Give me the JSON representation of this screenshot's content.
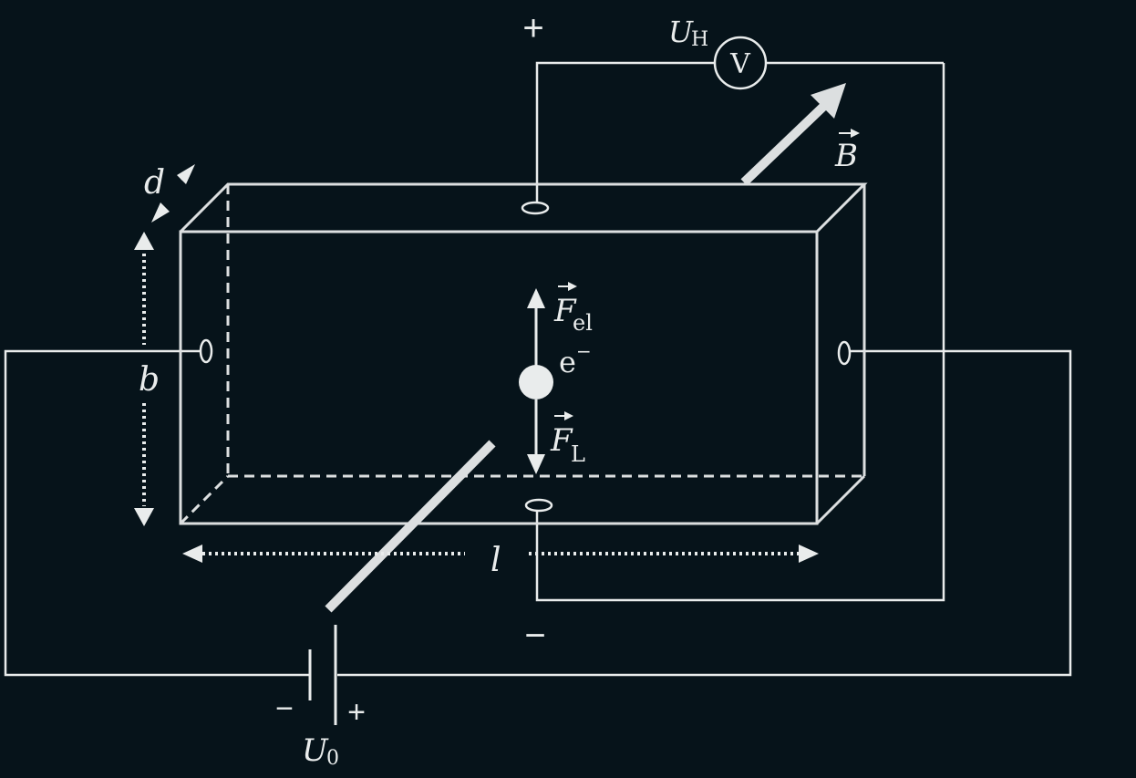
{
  "colors": {
    "background": "#06131a",
    "line": "#e9ecec",
    "box": "#dcdfe0"
  },
  "labels": {
    "plus_top": "+",
    "minus_bottom": "−",
    "uh_main": "U",
    "uh_sub": "H",
    "voltmeter": "V",
    "b_field": "B",
    "d": "d",
    "b": "b",
    "l": "l",
    "fel_main": "F",
    "fel_sub": "el",
    "electron_main": "e",
    "electron_sup": "−",
    "fl_main": "F",
    "fl_sub": "L",
    "battery_minus": "−",
    "battery_plus": "+",
    "u0_main": "U",
    "u0_sub": "0"
  }
}
